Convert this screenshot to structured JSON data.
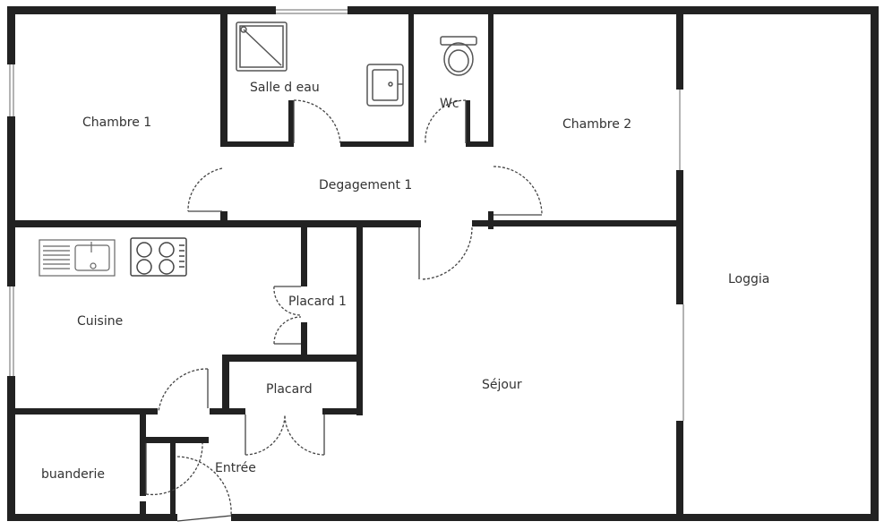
{
  "rooms": {
    "chambre1": "Chambre 1",
    "salle_eau": "Salle d eau",
    "wc": "Wc",
    "chambre2": "Chambre 2",
    "degagement": "Degagement 1",
    "cuisine": "Cuisine",
    "placard1": "Placard 1",
    "placard": "Placard",
    "sejour": "Séjour",
    "loggia": "Loggia",
    "buanderie": "buanderie",
    "entree": "Entrée"
  },
  "fixtures": {
    "shower": "shower-icon",
    "sink": "sink-icon",
    "toilet": "toilet-icon",
    "kitchen_sink": "kitchen-sink-icon",
    "cooktop": "cooktop-icon"
  },
  "colors": {
    "wall": "#222222",
    "door": "#444444",
    "window": "#9a9a9a",
    "fixture": "#555555"
  }
}
